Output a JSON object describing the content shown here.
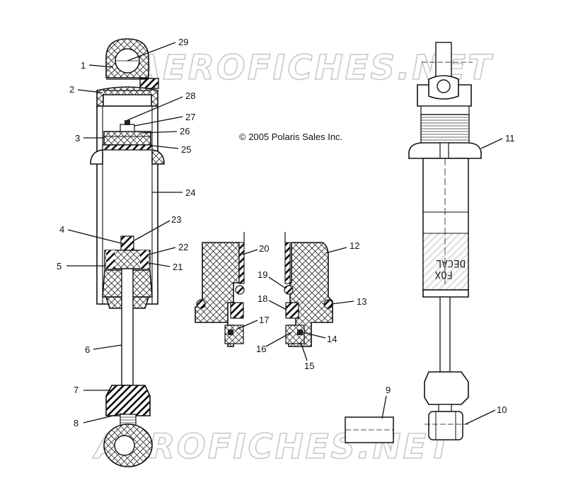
{
  "copyright": "© 2005 Polaris Sales Inc.",
  "watermark": "AEROFICHES.NET",
  "decal_text": [
    "DECAL",
    "FOX"
  ],
  "callouts": {
    "c1": "1",
    "c2": "2",
    "c3": "3",
    "c4": "4",
    "c5": "5",
    "c6": "6",
    "c7": "7",
    "c8": "8",
    "c9": "9",
    "c10": "10",
    "c11": "11",
    "c12": "12",
    "c13": "13",
    "c14": "14",
    "c15": "15",
    "c16": "16",
    "c17": "17",
    "c18": "18",
    "c19": "19",
    "c20": "20",
    "c21": "21",
    "c22": "22",
    "c23": "23",
    "c24": "24",
    "c25": "25",
    "c26": "26",
    "c27": "27",
    "c28": "28",
    "c29": "29"
  },
  "colors": {
    "line": "#111111",
    "watermark": "#c9c9c9",
    "background": "#ffffff"
  }
}
